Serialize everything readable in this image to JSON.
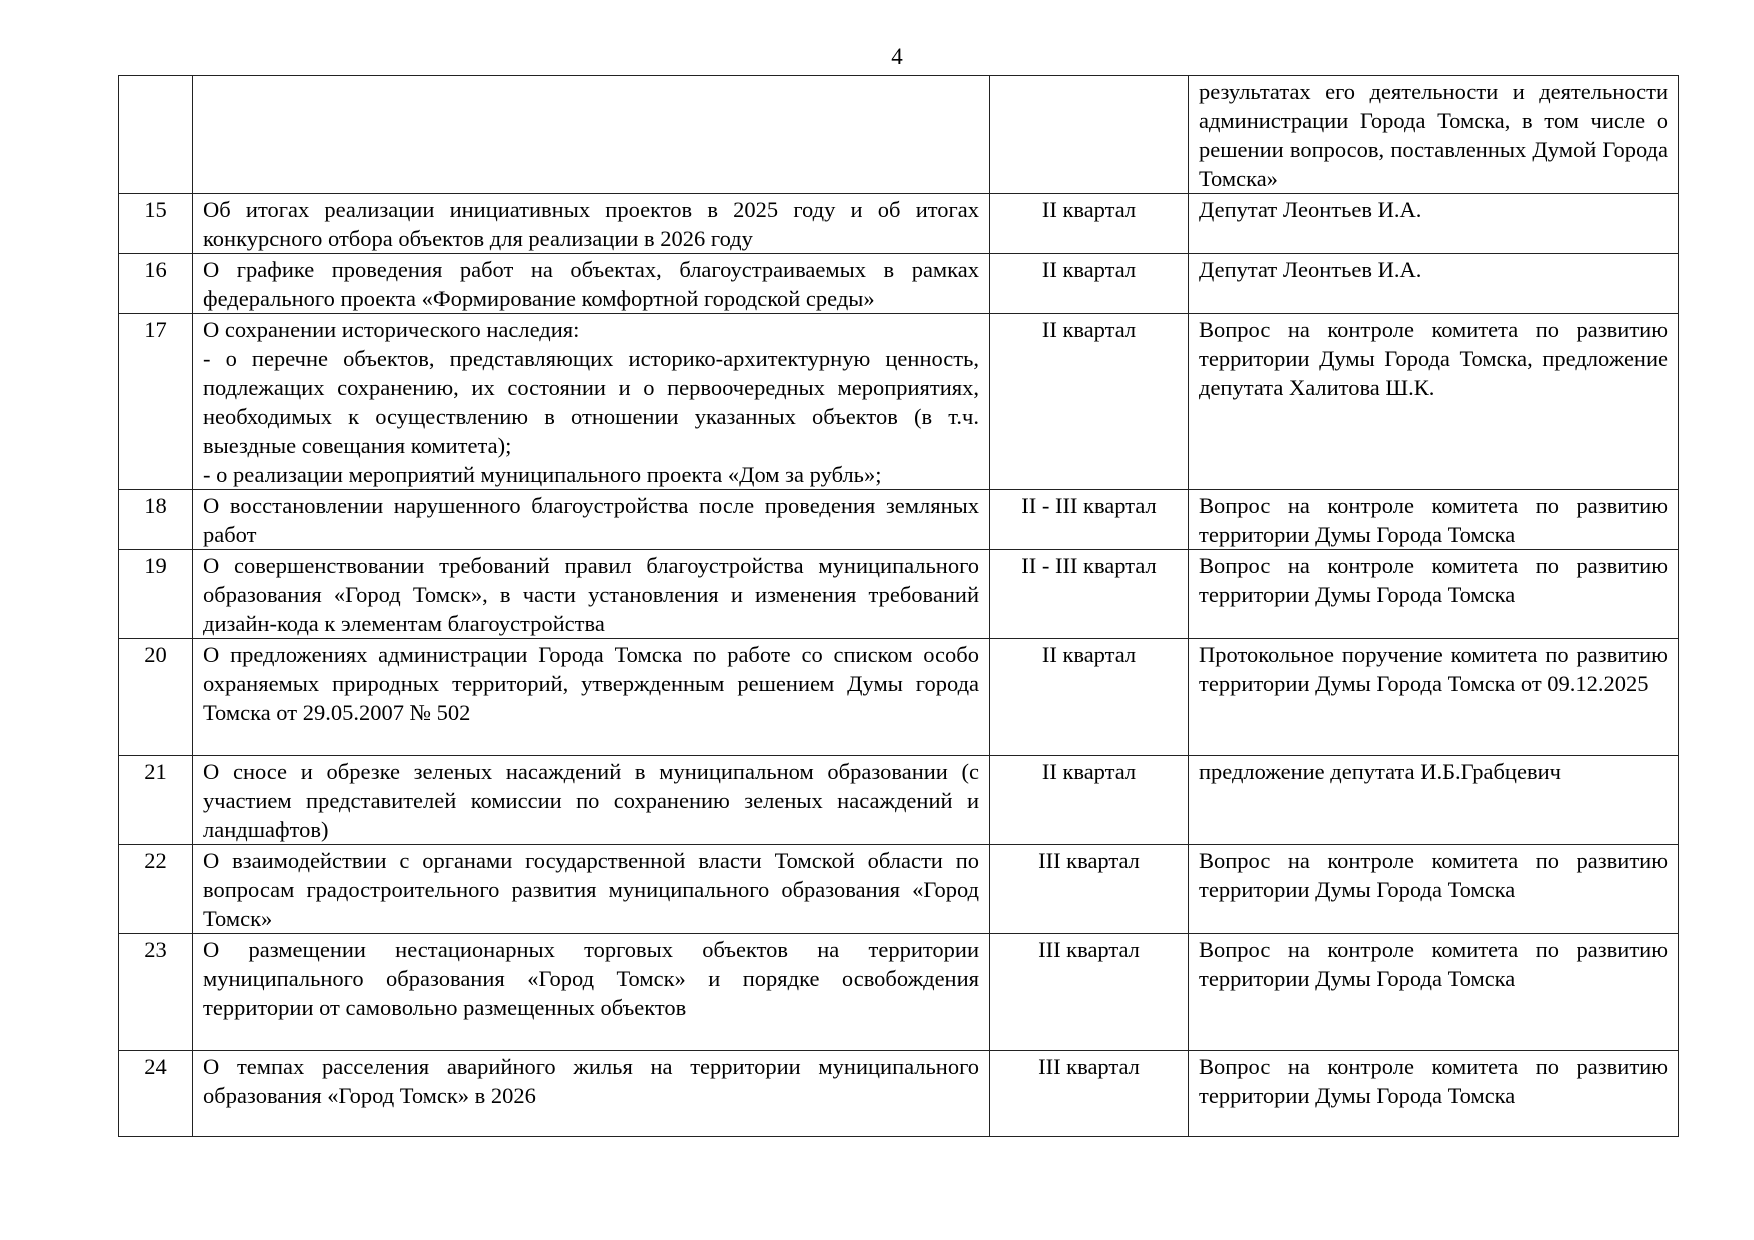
{
  "page_number": "4",
  "continuation": {
    "responsible": "результатах его деятельности и деятельности администрации Города Томска, в том числе о решении вопросов, поставленных Думой Города Томска»"
  },
  "rows": [
    {
      "num": "15",
      "title": "Об итогах реализации инициативных проектов в 2025 году и об итогах конкурсного отбора объектов для реализации в 2026 году",
      "period": "II квартал",
      "responsible": "Депутат Леонтьев И.А."
    },
    {
      "num": "16",
      "title": "О графике проведения работ на объектах, благоустраиваемых в рамках федерального проекта «Формирование комфортной городской среды»",
      "period": "II квартал",
      "responsible": "Депутат Леонтьев И.А."
    },
    {
      "num": "17",
      "title_lines": [
        "О сохранении исторического наследия:",
        "- о перечне объектов, представляющих историко-архитектурную ценность, подлежащих сохранению, их состоянии и о первоочередных мероприятиях, необходимых к осуществлению в отношении указанных объектов (в т.ч. выездные совещания комитета);",
        "- о реализации мероприятий муниципального проекта «Дом за рубль»;"
      ],
      "period": "II квартал",
      "responsible": "Вопрос на контроле комитета по развитию территории Думы Города Томска, предложение депутата Халитова Ш.К."
    },
    {
      "num": "18",
      "title": "О восстановлении нарушенного благоустройства после проведения земляных работ",
      "period": "II - III квартал",
      "responsible": "Вопрос на контроле комитета по развитию территории Думы Города Томска"
    },
    {
      "num": "19",
      "title": "О совершенствовании требований правил благоустройства муниципального образования «Город Томск», в части установления и изменения требований дизайн-кода к элементам благоустройства",
      "period": "II - III квартал",
      "responsible": "Вопрос на контроле комитета по развитию территории Думы Города Томска"
    },
    {
      "num": "20",
      "title": "О предложениях администрации Города Томска по работе со списком особо охраняемых природных территорий, утвержденным решением Думы города Томска от 29.05.2007 № 502",
      "period": "II квартал",
      "responsible": "Протокольное поручение комитета по развитию территории Думы Города Томска от 09.12.2025"
    },
    {
      "num": "21",
      "title": "О сносе и обрезке зеленых насаждений в муниципальном образовании (с участием представителей комиссии по сохранению зеленых насаждений и ландшафтов)",
      "period": "II квартал",
      "responsible": "предложение депутата И.Б.Грабцевич"
    },
    {
      "num": "22",
      "title": "О взаимодействии с органами государственной власти Томской области по вопросам градостроительного развития муниципального образования «Город Томск»",
      "period": "III квартал",
      "responsible": "Вопрос на контроле комитета по развитию территории Думы Города Томска"
    },
    {
      "num": "23",
      "title": "О размещении нестационарных торговых объектов на территории муниципального образования «Город Томск» и порядке освобождения территории от самовольно размещенных объектов",
      "period": "III квартал",
      "responsible": "Вопрос на контроле комитета по развитию территории Думы Города Томска"
    },
    {
      "num": "24",
      "title": "О темпах расселения аварийного жилья на территории муниципального образования «Город Томск» в 2026",
      "period": "III квартал",
      "responsible": "Вопрос на контроле комитета по развитию территории Думы Города Томска"
    }
  ]
}
